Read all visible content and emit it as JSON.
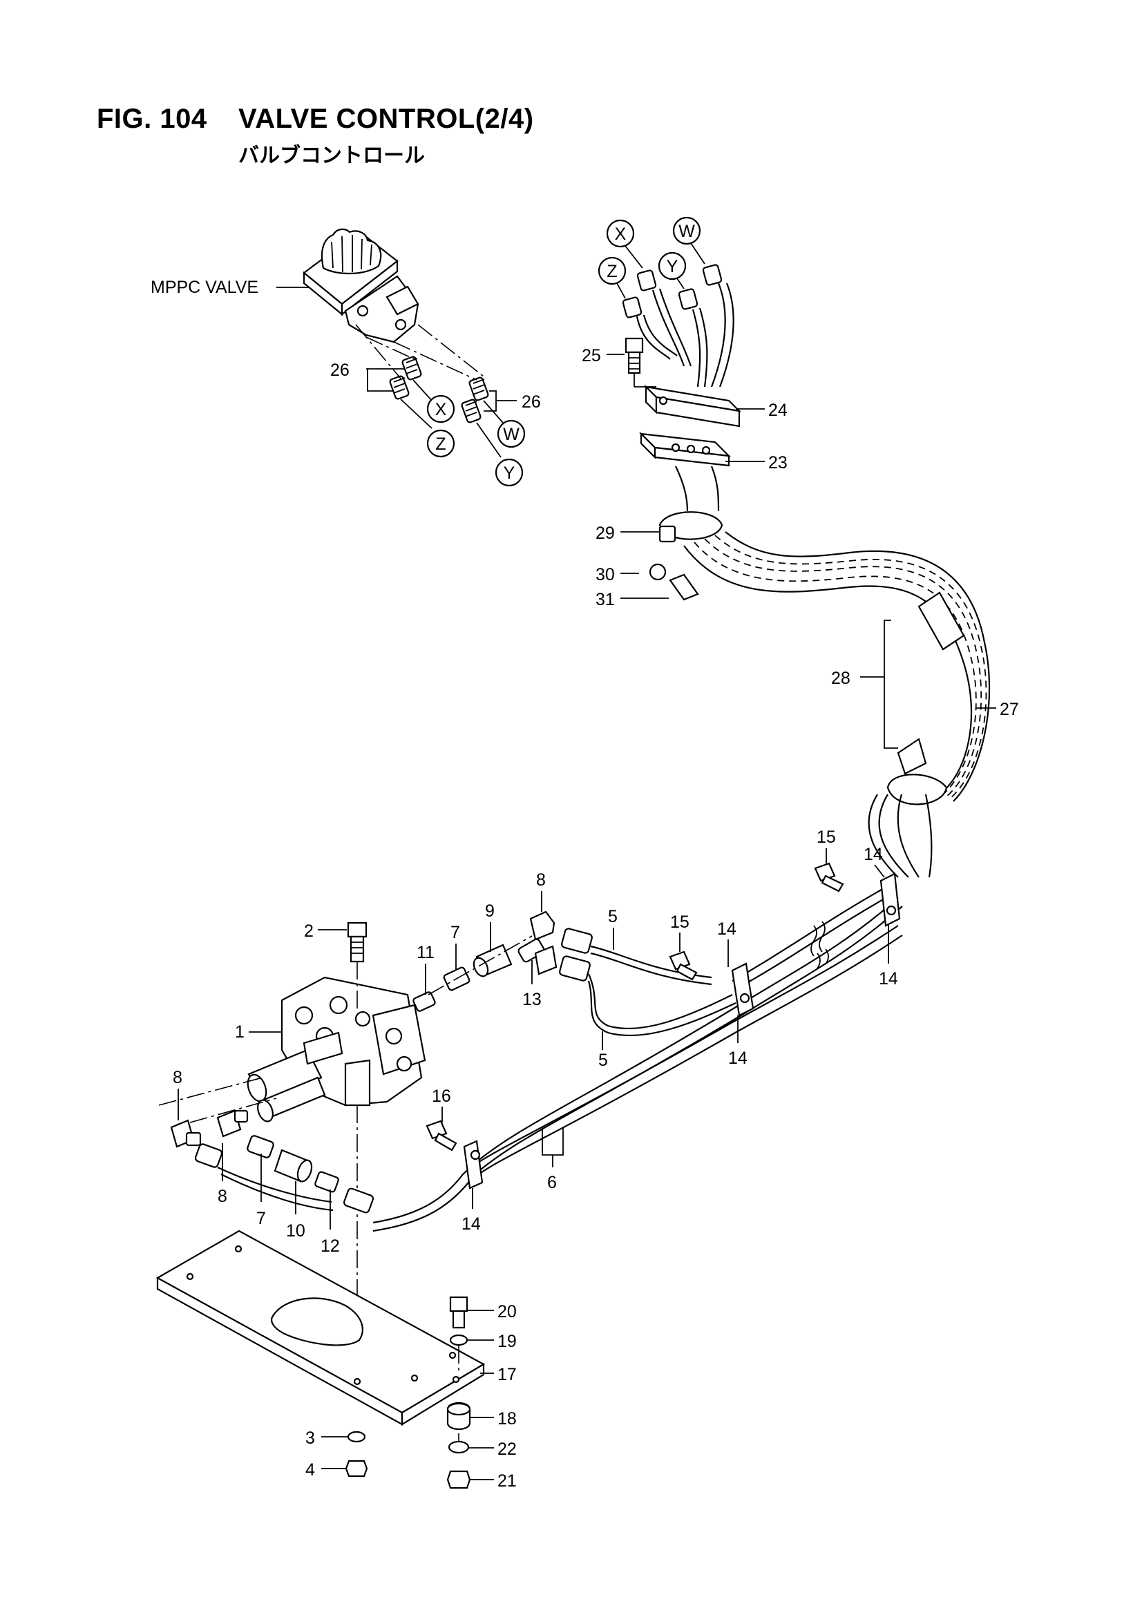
{
  "figure": {
    "number": "FIG. 104",
    "title": "VALVE CONTROL(2/4)",
    "subtitle": "バルブコントロール"
  },
  "labels": {
    "mppc_valve": "MPPC VALVE",
    "port_x": "X",
    "port_y": "Y",
    "port_z": "Z",
    "port_w": "W"
  },
  "callouts": {
    "p1": "1",
    "p2": "2",
    "p3": "3",
    "p4": "4",
    "p5": "5",
    "p6": "6",
    "p7": "7",
    "p8": "8",
    "p9": "9",
    "p10": "10",
    "p11": "11",
    "p12": "12",
    "p13": "13",
    "p14": "14",
    "p15": "15",
    "p16": "16",
    "p17": "17",
    "p18": "18",
    "p19": "19",
    "p20": "20",
    "p21": "21",
    "p22": "22",
    "p23": "23",
    "p24": "24",
    "p25": "25",
    "p26": "26",
    "p27": "27",
    "p28": "28",
    "p29": "29",
    "p30": "30",
    "p31": "31"
  }
}
